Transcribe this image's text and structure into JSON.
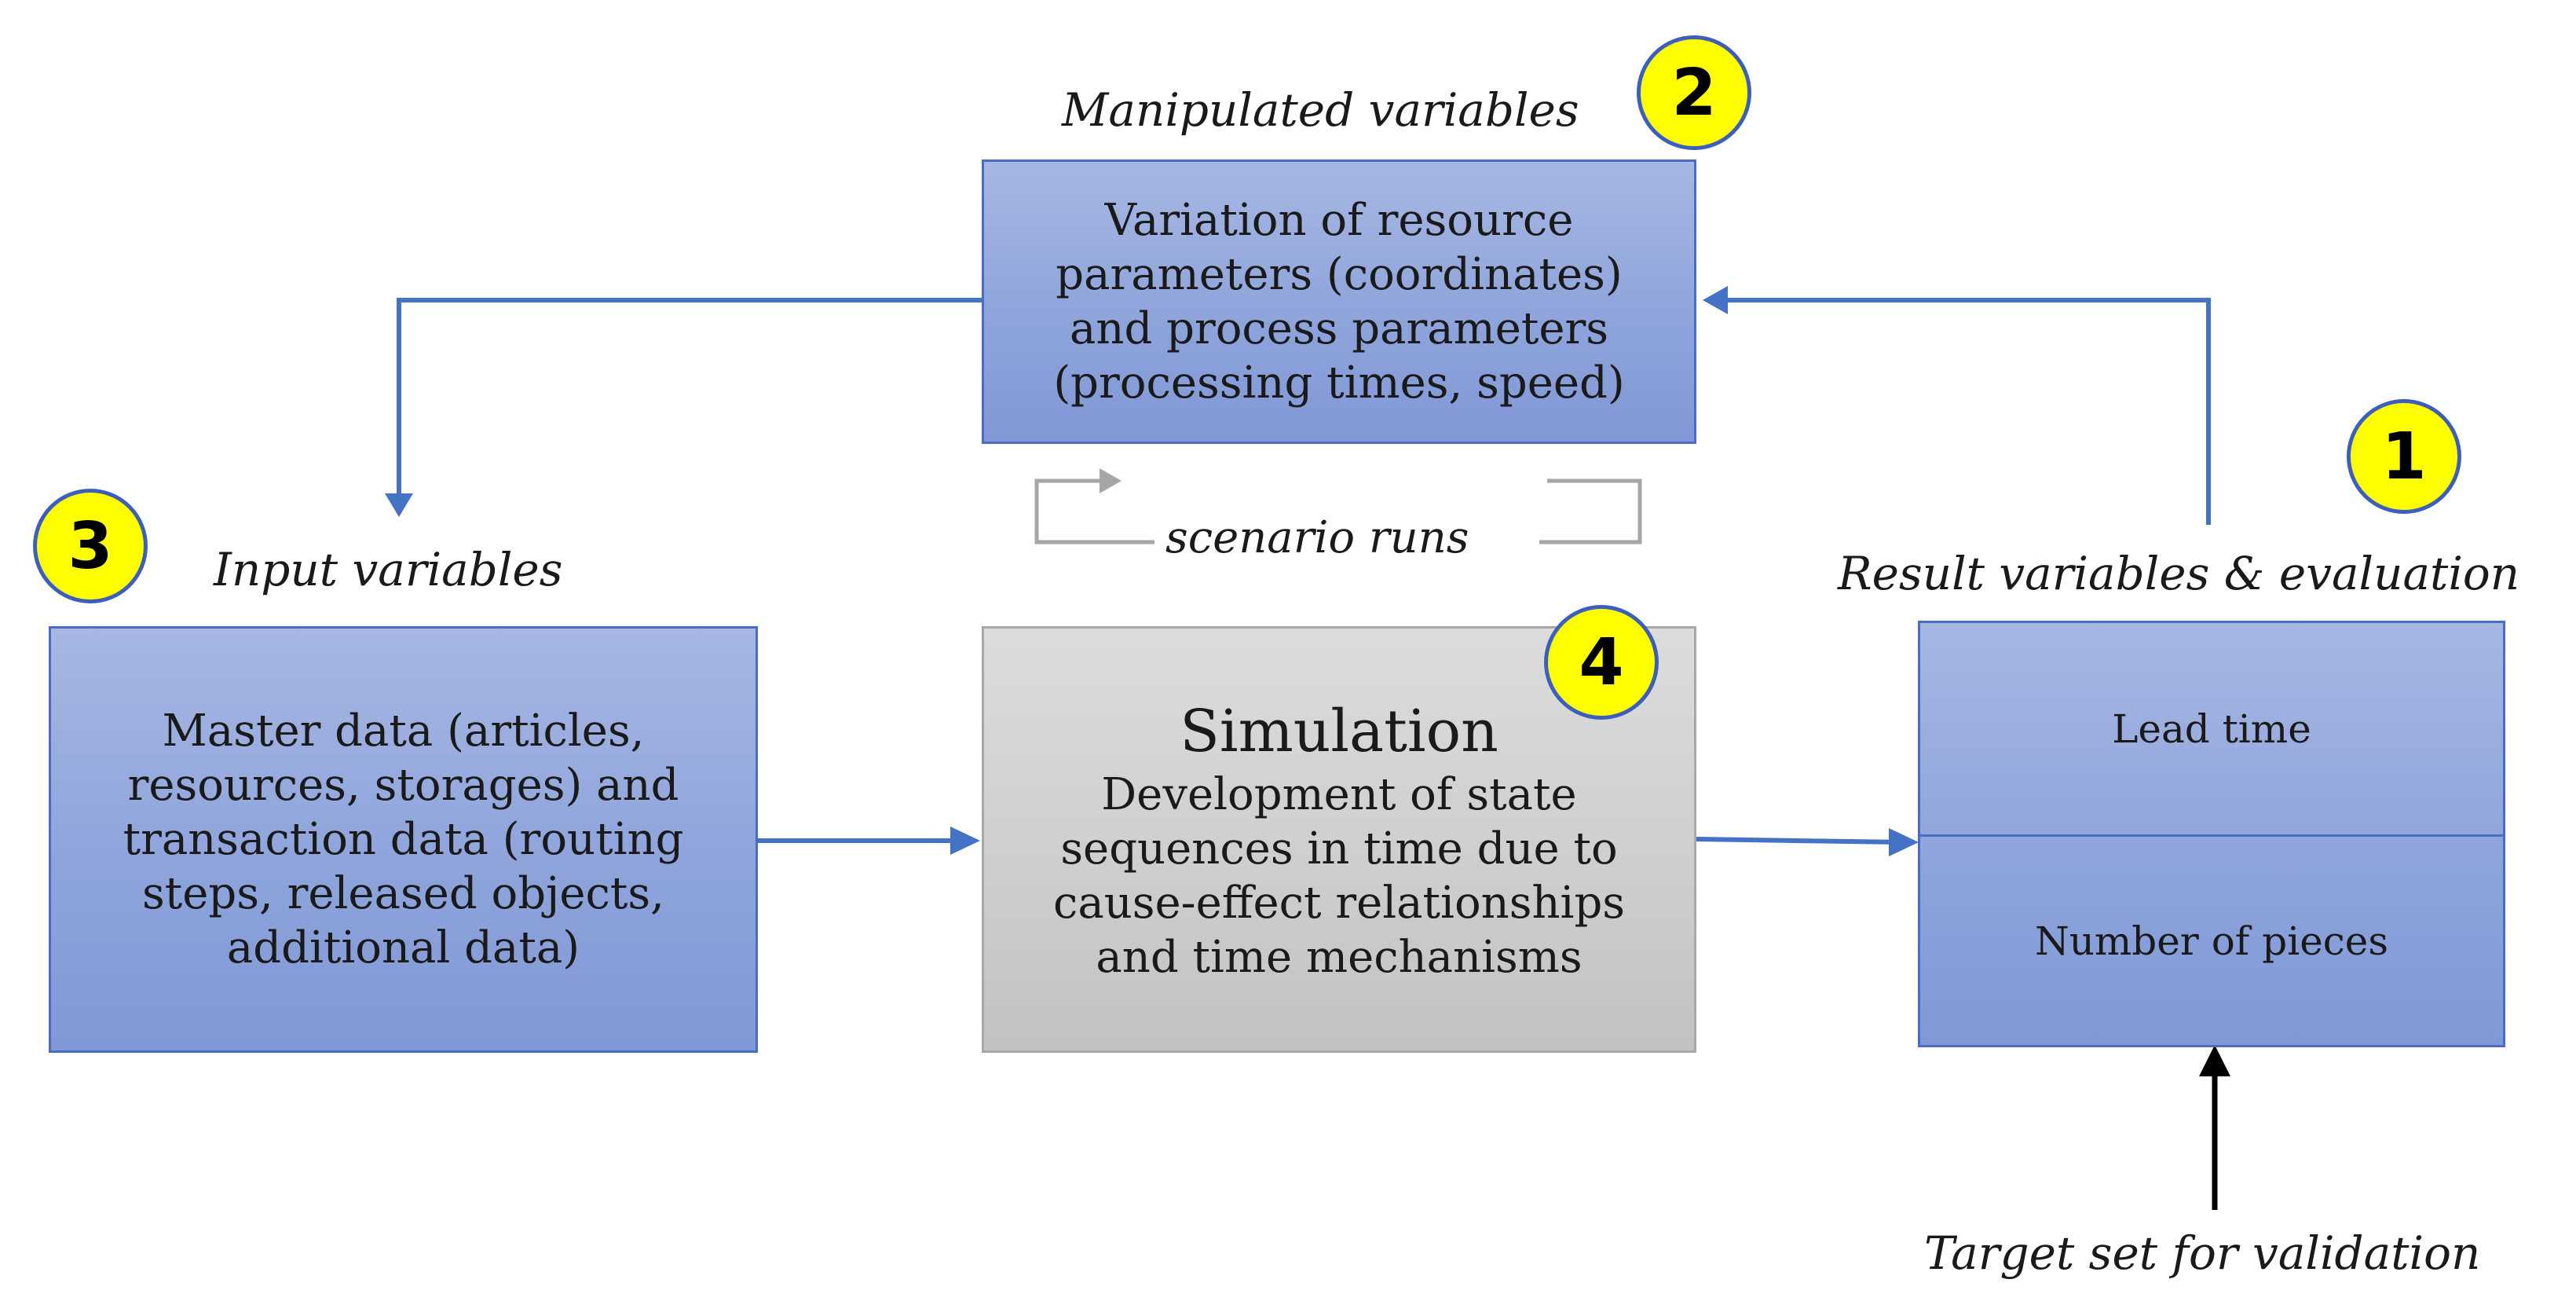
{
  "manipulated": {
    "label": "Manipulated variables",
    "badge": "2",
    "lines": [
      "Variation of resource",
      "parameters (coordinates)",
      "and process parameters",
      "(processing times, speed)"
    ]
  },
  "scenario": {
    "label": "scenario runs"
  },
  "input": {
    "label": "Input variables",
    "badge": "3",
    "lines": [
      "Master data (articles,",
      "resources, storages) and",
      "transaction data (routing",
      "steps, released objects,",
      "additional data)"
    ]
  },
  "simulation": {
    "title": "Simulation",
    "badge": "4",
    "lines": [
      "Development of state",
      "sequences in time due to",
      "cause-effect relationships",
      "and time mechanisms"
    ]
  },
  "result": {
    "label": "Result variables & evaluation",
    "badge": "1",
    "items": [
      "Lead time",
      "Number of pieces"
    ]
  },
  "target": {
    "label": "Target set for validation"
  },
  "colors": {
    "box_fill": "#8ea4db",
    "box_border": "#4a6cc4",
    "flow_arrow": "#4472c4",
    "sim_fill": "#cdcdcd",
    "badge_fill": "#ffff00",
    "target_arrow": "#000000",
    "scenario_arrow": "#a6a6a6"
  }
}
